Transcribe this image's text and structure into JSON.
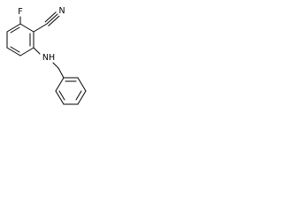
{
  "molecule": {
    "atoms": {
      "fluorine": "F",
      "nitrile_nitrogen": "N",
      "amine": "NH"
    }
  }
}
